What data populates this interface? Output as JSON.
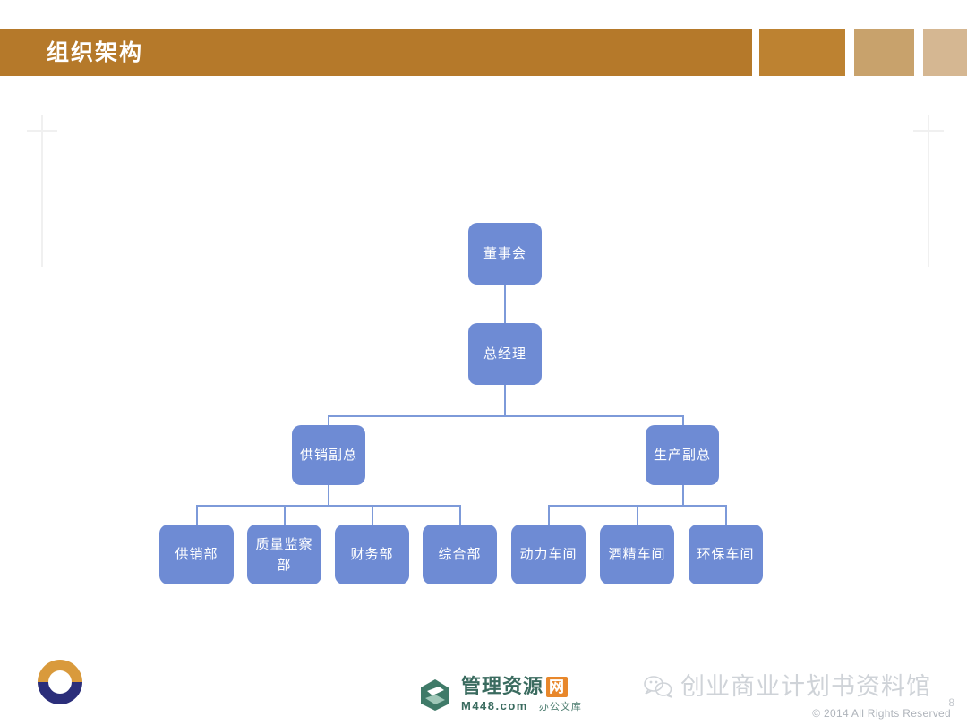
{
  "header": {
    "title": "组织架构",
    "band_color": "#b5792a",
    "segments": [
      {
        "name": "segment-1",
        "color": "#bd8231"
      },
      {
        "name": "segment-2",
        "color": "#c8a26c"
      },
      {
        "name": "segment-3",
        "color": "#d5b792"
      }
    ]
  },
  "chart_data": {
    "type": "diagram",
    "title": "组织架构",
    "node_color": "#6e8bd4",
    "connector_color": "#7d9ad9",
    "nodes": [
      {
        "id": "board",
        "label": "董事会",
        "level": 0
      },
      {
        "id": "gm",
        "label": "总经理",
        "level": 1
      },
      {
        "id": "vp-sales",
        "label": "供销副总",
        "level": 2
      },
      {
        "id": "vp-prod",
        "label": "生产副总",
        "level": 2
      },
      {
        "id": "dept-sales",
        "label": "供销部",
        "level": 3
      },
      {
        "id": "dept-qa",
        "label": "质量监察部",
        "level": 3
      },
      {
        "id": "dept-fin",
        "label": "财务部",
        "level": 3
      },
      {
        "id": "dept-gen",
        "label": "综合部",
        "level": 3
      },
      {
        "id": "ws-power",
        "label": "动力车间",
        "level": 3
      },
      {
        "id": "ws-alcohol",
        "label": "酒精车间",
        "level": 3
      },
      {
        "id": "ws-env",
        "label": "环保车间",
        "level": 3
      }
    ],
    "edges": [
      {
        "from": "board",
        "to": "gm"
      },
      {
        "from": "gm",
        "to": "vp-sales"
      },
      {
        "from": "gm",
        "to": "vp-prod"
      },
      {
        "from": "vp-sales",
        "to": "dept-sales"
      },
      {
        "from": "vp-sales",
        "to": "dept-qa"
      },
      {
        "from": "vp-sales",
        "to": "dept-fin"
      },
      {
        "from": "vp-sales",
        "to": "dept-gen"
      },
      {
        "from": "vp-prod",
        "to": "ws-power"
      },
      {
        "from": "vp-prod",
        "to": "ws-alcohol"
      },
      {
        "from": "vp-prod",
        "to": "ws-env"
      }
    ]
  },
  "footer": {
    "m448": {
      "name": "管理资源",
      "net_char": "网",
      "domain": "M448.com",
      "tagline": "办公文库"
    },
    "brand": {
      "name": "创业商业计划书资料馆",
      "page_number": "8",
      "copyright": "© 2014 All Rights Reserved"
    }
  }
}
